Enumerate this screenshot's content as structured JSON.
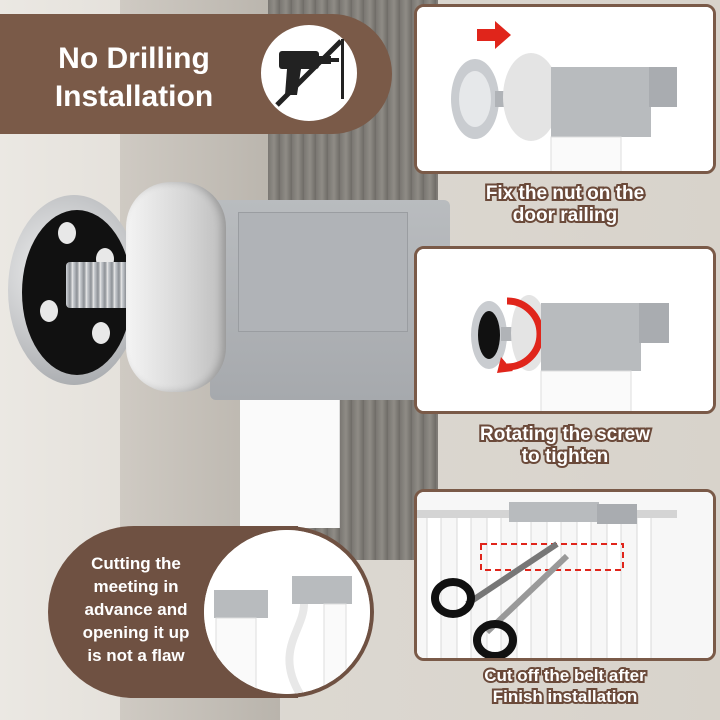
{
  "banner": {
    "line1": "No Drilling",
    "line2": "Installation",
    "badge_icon": "no-drill-icon"
  },
  "steps": [
    {
      "caption_line1": "Fix the nut on the",
      "caption_line2": "door railing",
      "icon": "arrow-right-icon"
    },
    {
      "caption_line1": "Rotating the screw",
      "caption_line2": "to tighten",
      "icon": "rotate-arrow-icon"
    },
    {
      "caption_line1": "Cut off the belt after",
      "caption_line2": "Finish installation",
      "icon": "scissors-icon"
    }
  ],
  "note": {
    "lines": [
      "Cutting the",
      "meeting in",
      "advance and",
      "opening it up",
      "is not a flaw"
    ]
  },
  "colors": {
    "brand_brown": "#7a5a48",
    "accent_red": "#e0251b",
    "caption_fill": "#ffffff"
  }
}
